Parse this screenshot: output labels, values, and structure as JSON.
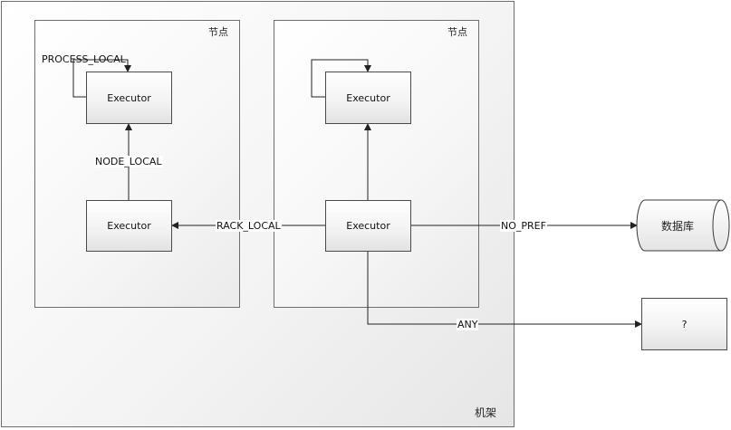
{
  "rack": {
    "label": "机架"
  },
  "nodes": [
    {
      "label": "节点"
    },
    {
      "label": "节点"
    }
  ],
  "executors": [
    {
      "label": "Executor"
    },
    {
      "label": "Executor"
    },
    {
      "label": "Executor"
    },
    {
      "label": "Executor"
    }
  ],
  "edges": {
    "process_local": "PROCESS_LOCAL",
    "node_local": "NODE_LOCAL",
    "rack_local": "RACK_LOCAL",
    "no_pref": "NO_PREF",
    "any": "ANY"
  },
  "database": {
    "label": "数据库"
  },
  "unknown": {
    "label": "?"
  }
}
